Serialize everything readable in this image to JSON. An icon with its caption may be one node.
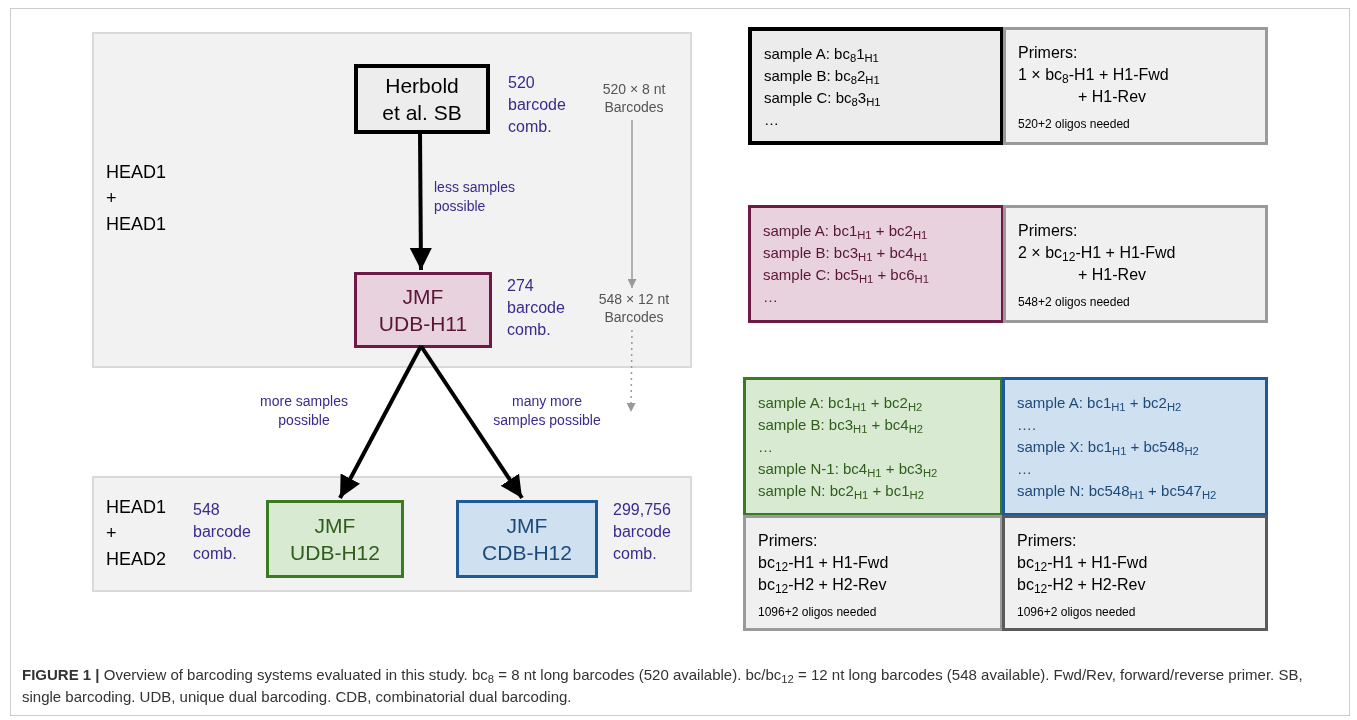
{
  "diagram": {
    "caption": "**FIGURE 1 |** Overview of barcoding systems evaluated in this study. bc$_{8}$ = 8 nt long barcodes (520 available). bc/bc$_{12}$ = 12 nt long barcodes (548 available). Fwd/Rev, forward/reverse primer. SB, single barcoding. UDB, unique dual barcoding. CDB, combinatorial dual barcoding.",
    "nodes": [
      {
        "text": [
          "HEAD1 + HEAD1"
        ]
      },
      {
        "text": [
          "Herbold et al. SB"
        ],
        "in": 0,
        "beside": [
          "520 barcode comb."
        ]
      },
      {
        "text": [
          "JMF UDB-H11"
        ],
        "in": 0,
        "beside": [
          "274 barcode comb."
        ]
      },
      {
        "text": [
          "HEAD1 + HEAD2"
        ]
      },
      {
        "text": [
          "JMF UDB-H12"
        ],
        "in": 3,
        "beside": [
          "548 barcode comb."
        ]
      },
      {
        "text": [
          "JMF CDB-H12"
        ],
        "in": 3,
        "beside": [
          "299,756 barcode comb."
        ]
      },
      {
        "text": [
          "sample A: bc$_{8}$1$_{H1}$",
          "sample B: bc$_{8}$2$_{H1}$",
          "sample C: bc$_{8}$3$_{H1}$",
          "…"
        ]
      },
      {
        "text": [
          "Primers:",
          "1 × bc$_{8}$-H1 + H1-Fwd",
          "+ H1-Rev",
          "520+2 oligos needed"
        ]
      },
      {
        "text": [
          "sample A: bc1$_{H1}$ + bc2$_{H1}$",
          "sample B: bc3$_{H1}$ + bc4$_{H1}$",
          "sample C: bc5$_{H1}$ + bc6$_{H1}$",
          "…"
        ]
      },
      {
        "text": [
          "Primers:",
          "2 × bc$_{12}$-H1 + H1-Fwd",
          "+ H1-Rev",
          "548+2 oligos needed"
        ]
      },
      {
        "text": [
          "sample A: bc1$_{H1}$ + bc2$_{H2}$",
          "sample B: bc3$_{H1}$ + bc4$_{H2}$",
          "…",
          "sample N-1: bc4$_{H1}$ + bc3$_{H2}$",
          "sample N: bc2$_{H1}$ + bc1$_{H2}$"
        ]
      },
      {
        "text": [
          "sample A: bc1$_{H1}$ + bc2$_{H2}$",
          "….",
          "sample X: bc1$_{H1}$ + bc548$_{H2}$",
          "…",
          "sample N: bc548$_{H1}$ + bc547$_{H2}$"
        ]
      },
      {
        "text": [
          "Primers:",
          "bc$_{12}$-H1 + H1-Fwd",
          "bc$_{12}$-H2 + H2-Rev",
          "1096+2 oligos needed"
        ]
      },
      {
        "text": [
          "Primers:",
          "bc$_{12}$-H1 + H1-Fwd",
          "bc$_{12}$-H2 + H2-Rev",
          "1096+2 oligos needed"
        ]
      },
      {
        "text": [
          "520 × 8 nt Barcodes"
        ],
        "in": 0
      },
      {
        "text": [
          "548 × 12 nt Barcodes"
        ],
        "in": 0
      }
    ],
    "edges": [
      {
        "from": 1,
        "to": 2,
        "arrow": "to",
        "label": "less samples possible"
      },
      {
        "from": 2,
        "to": 4,
        "arrow": "to",
        "label": "more samples possible"
      },
      {
        "from": 2,
        "to": 5,
        "arrow": "to",
        "label": "many more samples possible"
      },
      {
        "from": 14,
        "to": 15,
        "arrow": "to",
        "color": "#9a9a9a"
      },
      {
        "from": 15,
        "to": null,
        "arrow": "to",
        "style": "dashed",
        "color": "#9a9a9a"
      }
    ]
  }
}
